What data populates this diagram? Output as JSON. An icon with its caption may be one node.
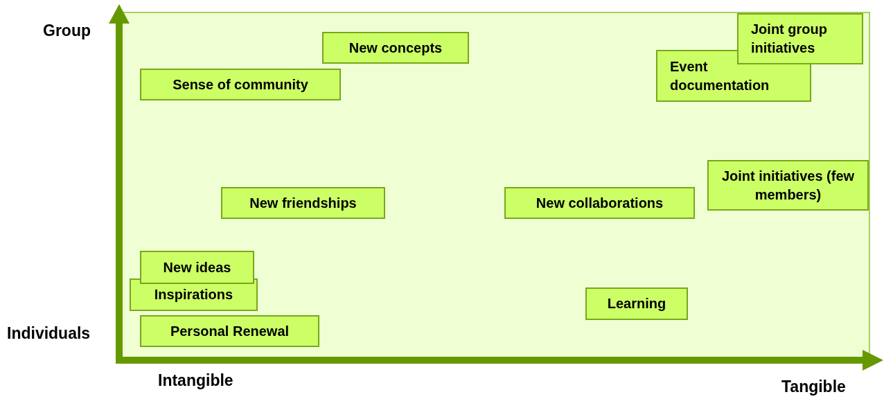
{
  "diagram": {
    "nodes": [
      {
        "text": [
          "Joint group initiatives"
        ]
      },
      {
        "text": [
          "New concepts"
        ]
      },
      {
        "text": [
          "Event documentation"
        ]
      },
      {
        "text": [
          "Sense of community"
        ]
      },
      {
        "text": [
          "Joint initiatives (few members)"
        ]
      },
      {
        "text": [
          "New friendships"
        ]
      },
      {
        "text": [
          "New collaborations"
        ]
      },
      {
        "text": [
          "New ideas"
        ]
      },
      {
        "text": [
          "Learning"
        ]
      },
      {
        "text": [
          "Inspirations"
        ]
      },
      {
        "text": [
          "Personal Renewal"
        ]
      }
    ],
    "labels": [
      "Group",
      "Individuals",
      "Intangible",
      "Tangible"
    ]
  }
}
